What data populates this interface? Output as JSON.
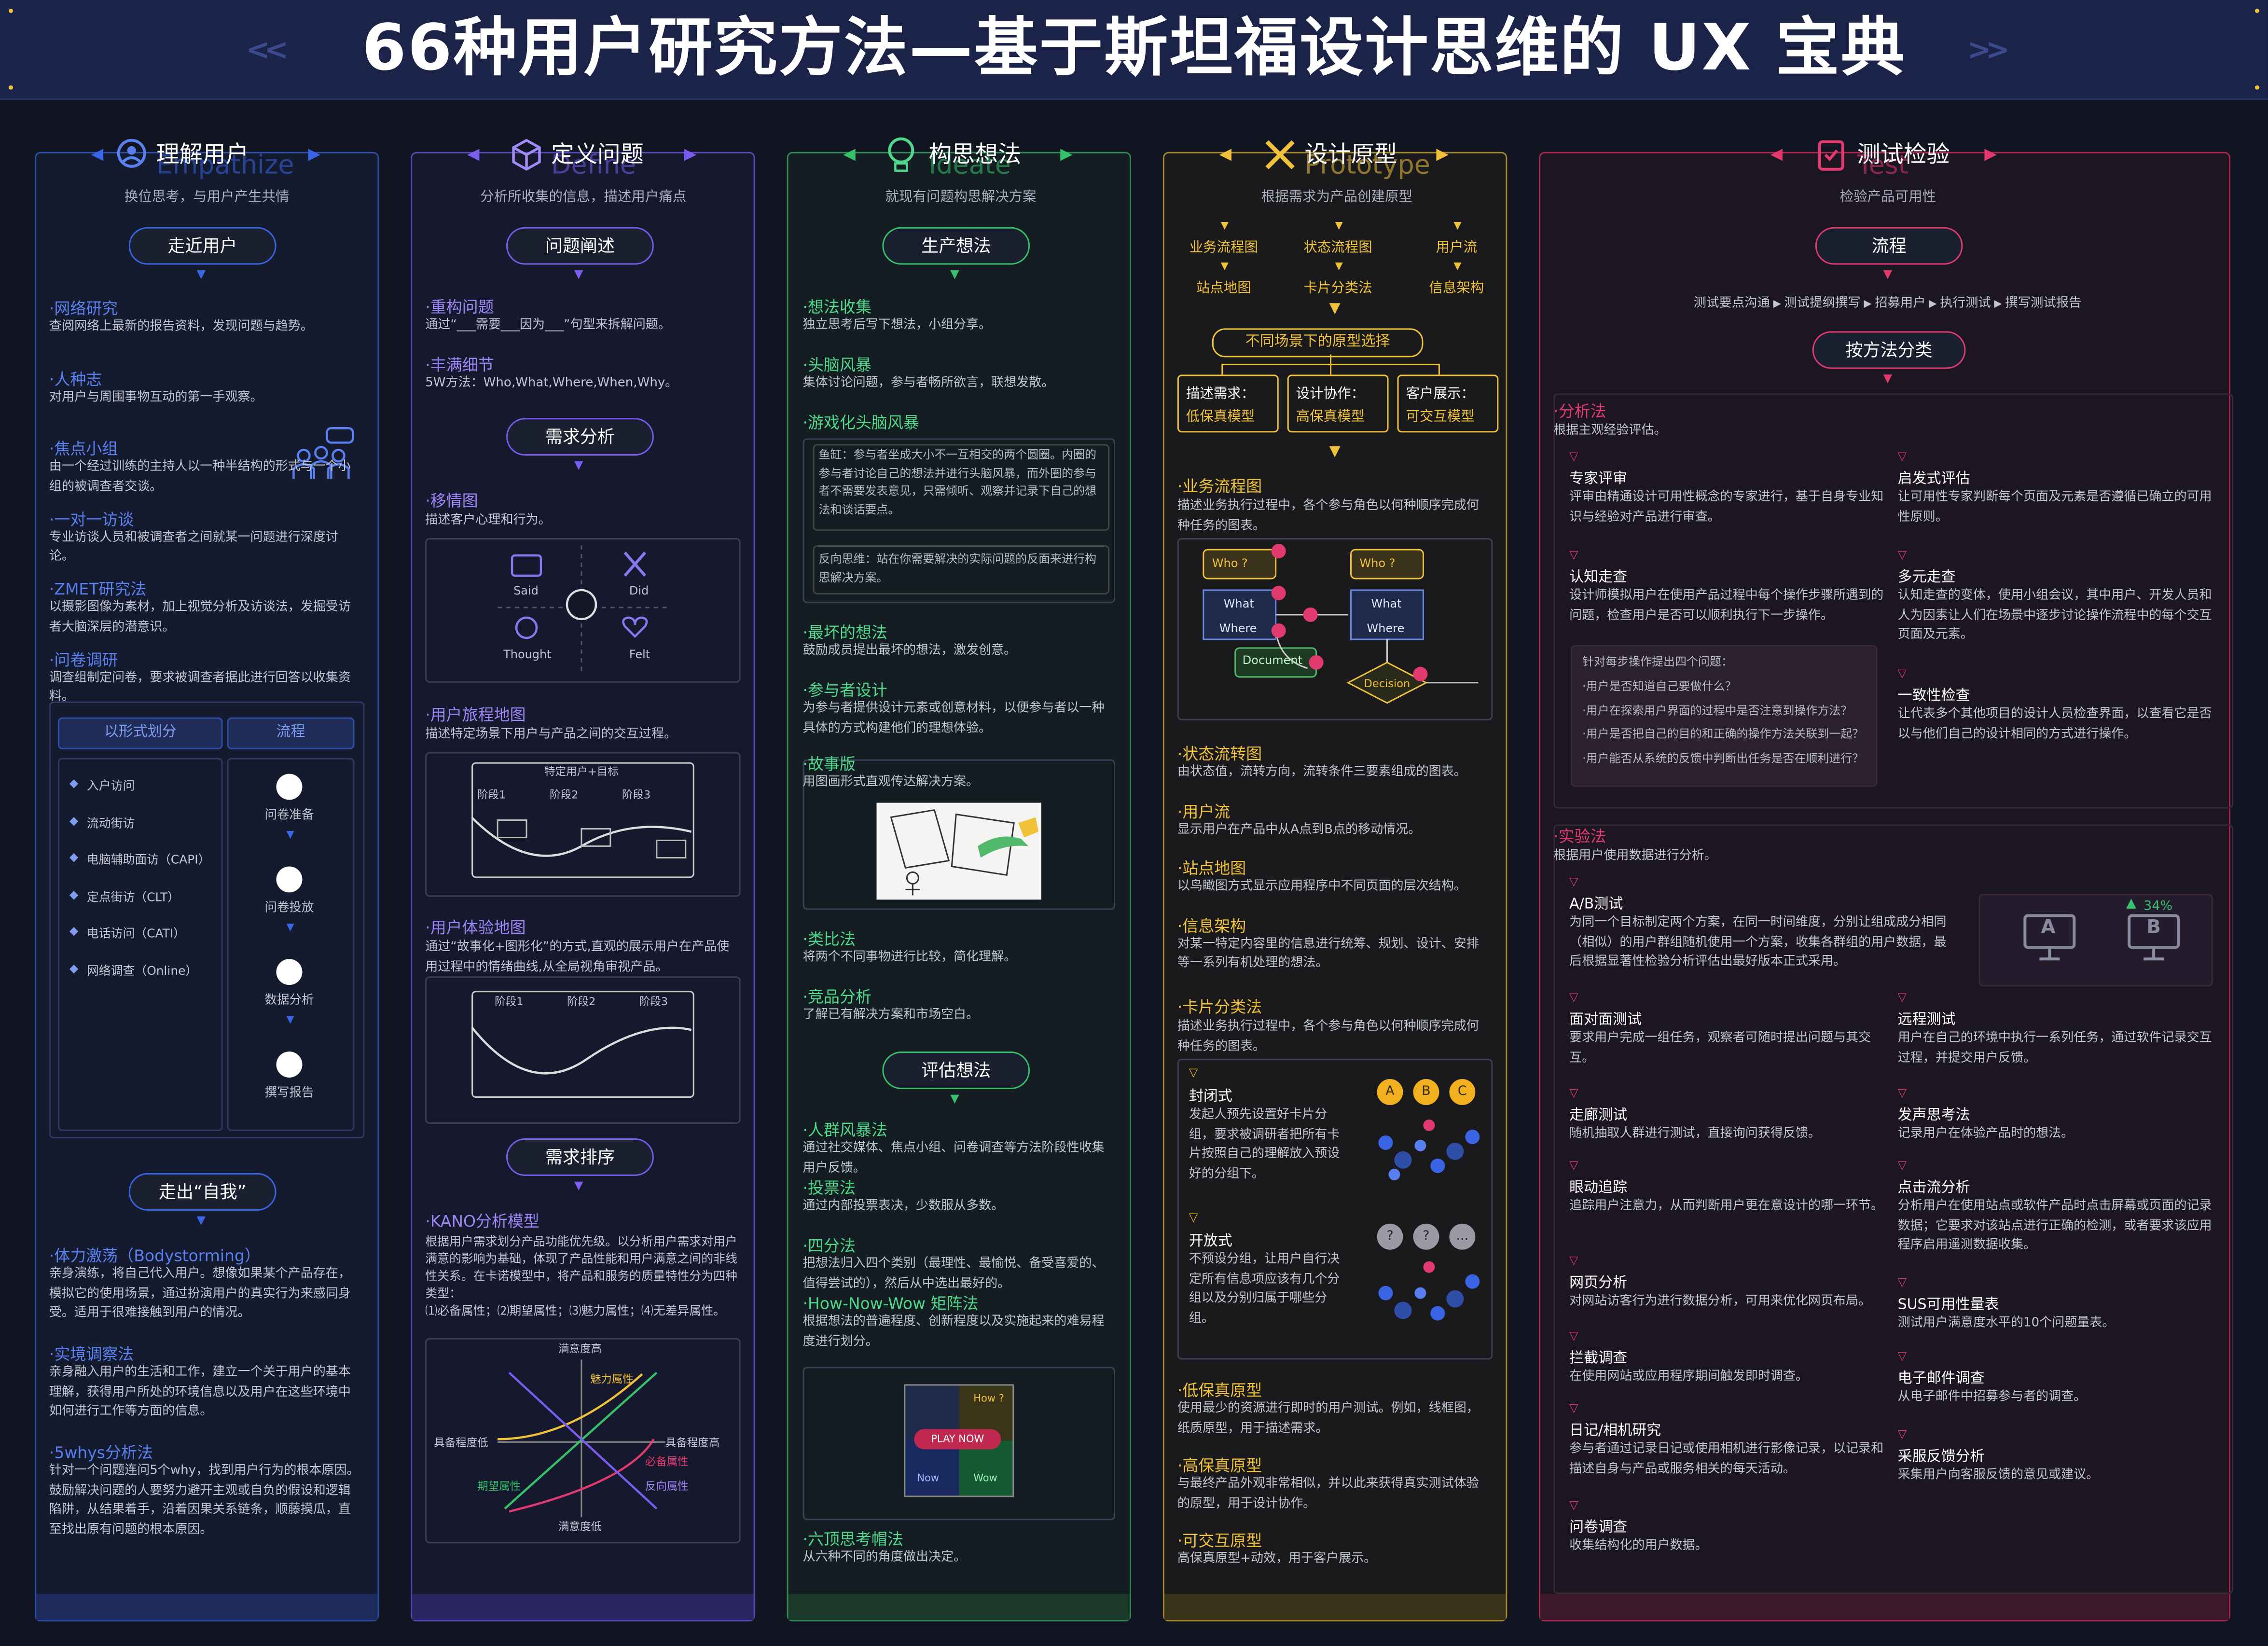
{
  "title": "66种用户研究方法—基于斯坦福设计思维的 UX 宝典",
  "colors": {
    "blue": "#3a64e6",
    "purple": "#7a5cf0",
    "green": "#35c26b",
    "yellow": "#f0c23a",
    "pink": "#e23a6e",
    "bg": "#111522"
  },
  "empathize": {
    "name": "理解用户",
    "en": "Empathize",
    "sub": "换位思考，与用户产生共情",
    "approach": "走近用户",
    "items": [
      {
        "t": "·网络研究",
        "d": "查阅网络上最新的报告资料，发现问题与趋势。"
      },
      {
        "t": "·人种志",
        "d": "对用户与周围事物互动的第一手观察。"
      },
      {
        "t": "·焦点小组",
        "d": "由一个经过训练的主持人以一种半结构的形式与一个小组的被调查者交谈。"
      },
      {
        "t": "·一对一访谈",
        "d": "专业访谈人员和被调查者之间就某一问题进行深度讨论。"
      },
      {
        "t": "·ZMET研究法",
        "d": "以摄影图像为素材，加上视觉分析及访谈法，发掘受访者大脑深层的潜意识。"
      },
      {
        "t": "·问卷调研",
        "d": "调查组制定问卷，要求被调查者据此进行回答以收集资料。"
      }
    ],
    "survey": {
      "h1": "以形式划分",
      "h2": "流程",
      "forms": [
        "入户访问",
        "流动街访",
        "电脑辅助面访（CAPI）",
        "定点街访（CLT）",
        "电话访问（CATI）",
        "网络调查（Online）"
      ],
      "flow": [
        "问卷准备",
        "问卷投放",
        "数据分析",
        "撰写报告"
      ]
    },
    "approach2": "走出“自我”",
    "items2": [
      {
        "t": "·体力激荡（Bodystorming）",
        "d": "亲身演练，将自己代入用户。想像如果某个产品存在，模拟它的使用场景，通过扮演用户的真实行为来感同身受。适用于很难接触到用户的情况。"
      },
      {
        "t": "·实境调察法",
        "d": "亲身融入用户的生活和工作，建立一个关于用户的基本理解，获得用户所处的环境信息以及用户在这些环境中如何进行工作等方面的信息。"
      },
      {
        "t": "·5whys分析法",
        "d": "针对一个问题连问5个why，找到用户行为的根本原因。鼓励解决问题的人要努力避开主观或自负的假设和逻辑陷阱，从结果着手，沿着因果关系链条，顺藤摸瓜，直至找出原有问题的根本原因。"
      }
    ]
  },
  "define": {
    "name": "定义问题",
    "en": "Define",
    "sub": "分析所收集的信息，描述用户痛点",
    "p1": "问题阐述",
    "items1": [
      {
        "t": "·重构问题",
        "d": "通过“___需要___因为___”句型来拆解问题。"
      },
      {
        "t": "·丰满细节",
        "d": "5W方法：Who,What,Where,When,Why。"
      }
    ],
    "p2": "需求分析",
    "empathy": {
      "t": "·移情图",
      "d": "描述客户心理和行为。",
      "said": "Said",
      "did": "Did",
      "thought": "Thought",
      "felt": "Felt"
    },
    "journey": {
      "t": "·用户旅程地图",
      "d": "描述特定场景下用户与产品之间的交互过程。",
      "head": "特定用户+目标",
      "stages": [
        "阶段1",
        "阶段2",
        "阶段3"
      ]
    },
    "experience": {
      "t": "·用户体验地图",
      "d": "通过“故事化+图形化”的方式,直观的展示用户在产品使用过程中的情绪曲线,从全局视角审视产品。",
      "stages": [
        "阶段1",
        "阶段2",
        "阶段3"
      ]
    },
    "p3": "需求排序",
    "kano": {
      "t": "·KANO分析模型",
      "d": "根据用户需求划分产品功能优先级。以分析用户需求对用户满意的影响为基础，体现了产品性能和用户满意之间的非线性关系。在卡诺模型中，将产品和服务的质量特性分为四种类型：\n⑴必备属性；⑵期望属性；⑶魅力属性；⑷无差异属性。",
      "top": "满意度高",
      "bottom": "满意度低",
      "left": "具备程度低",
      "right": "具备程度高",
      "l1": "魅力属性",
      "l2": "必备属性",
      "l3": "期望属性",
      "l4": "反向属性"
    }
  },
  "ideate": {
    "name": "构思想法",
    "en": "Ideate",
    "sub": "就现有问题构思解决方案",
    "p1": "生产想法",
    "items1": [
      {
        "t": "·想法收集",
        "d": "独立思考后写下想法，小组分享。"
      },
      {
        "t": "·头脑风暴",
        "d": "集体讨论问题，参与者畅所欲言，联想发散。"
      },
      {
        "t": "·游戏化头脑风暴",
        "d": ""
      }
    ],
    "game": [
      "鱼缸：参与者坐成大小不一互相交的两个圆圈。内圈的参与者讨论自己的想法并进行头脑风暴，而外圈的参与者不需要发表意见，只需倾听、观察并记录下自己的想法和谈话要点。",
      "反向思维：站在你需要解决的实际问题的反面来进行构思解决方案。"
    ],
    "items2": [
      {
        "t": "·最坏的想法",
        "d": "鼓励成员提出最坏的想法，激发创意。"
      },
      {
        "t": "·参与者设计",
        "d": "为参与者提供设计元素或创意材料，以便参与者以一种具体的方式构建他们的理想体验。"
      },
      {
        "t": "·故事版",
        "d": "用图画形式直观传达解决方案。"
      },
      {
        "t": "·类比法",
        "d": "将两个不同事物进行比较，简化理解。"
      },
      {
        "t": "·竞品分析",
        "d": "了解已有解决方案和市场空白。"
      }
    ],
    "p2": "评估想法",
    "items3": [
      {
        "t": "·人群风暴法",
        "d": "通过社交媒体、焦点小组、问卷调查等方法阶段性收集用户反馈。"
      },
      {
        "t": "·投票法",
        "d": "通过内部投票表决，少数服从多数。"
      },
      {
        "t": "·四分法",
        "d": "把想法归入四个类别（最理性、最愉悦、备受喜爱的、值得尝试的），然后从中选出最好的。"
      },
      {
        "t": "·How-Now-Wow 矩阵法",
        "d": "根据想法的普遍程度、创新程度以及实施起来的难易程度进行划分。"
      }
    ],
    "matrix": {
      "how": "How ?",
      "play": "PLAY NOW",
      "now": "Now",
      "wow": "Wow"
    },
    "items4": [
      {
        "t": "·六顶思考帽法",
        "d": "从六种不同的角度做出决定。"
      }
    ]
  },
  "prototype": {
    "name": "设计原型",
    "en": "Prototype",
    "sub": "根据需求为产品创建原型",
    "row1": [
      "业务流程图",
      "状态流程图",
      "用户流"
    ],
    "row2": [
      "站点地图",
      "卡片分类法",
      "信息架构"
    ],
    "choice": "不同场景下的原型选择",
    "choices": [
      {
        "a": "描述需求：",
        "b": "低保真模型"
      },
      {
        "a": "设计协作：",
        "b": "高保真模型"
      },
      {
        "a": "客户展示：",
        "b": "可交互模型"
      }
    ],
    "flow": {
      "t": "·业务流程图",
      "d": "描述业务执行过程中，各个参与角色以何种顺序完成何种任务的图表。",
      "who": "Who ?",
      "what": "What",
      "where": "Where",
      "doc": "Document",
      "dec": "Decision"
    },
    "items": [
      {
        "t": "·状态流转图",
        "d": "由状态值，流转方向，流转条件三要素组成的图表。"
      },
      {
        "t": "·用户流",
        "d": "显示用户在产品中从A点到B点的移动情况。"
      },
      {
        "t": "·站点地图",
        "d": "以鸟瞰图方式显示应用程序中不同页面的层次结构。"
      },
      {
        "t": "·信息架构",
        "d": "对某一特定内容里的信息进行统筹、规划、设计、安排等一系列有机处理的想法。"
      }
    ],
    "cards": {
      "t": "·卡片分类法",
      "d": "描述业务执行过程中，各个参与角色以何种顺序完成何种任务的图表。",
      "closed": {
        "t": "封闭式",
        "d": "发起人预先设置好卡片分组，要求被调研者把所有卡片按照自己的理解放入预设好的分组下。",
        "labels": [
          "A",
          "B",
          "C"
        ]
      },
      "open": {
        "t": "开放式",
        "d": "不预设分组，让用户自行决定所有信息项应该有几个分组以及分别归属于哪些分组。",
        "labels": [
          "?",
          "?",
          "..."
        ]
      }
    },
    "items2": [
      {
        "t": "·低保真原型",
        "d": "使用最少的资源进行即时的用户测试。例如，线框图，纸质原型，用于描述需求。"
      },
      {
        "t": "·高保真原型",
        "d": "与最终产品外观非常相似，并以此来获得真实测试体验的原型，用于设计协作。"
      },
      {
        "t": "·可交互原型",
        "d": "高保真原型+动效，用于客户展示。"
      }
    ]
  },
  "test": {
    "name": "测试检验",
    "en": "Test",
    "sub": "检验产品可用性",
    "p1": "流程",
    "steps": [
      "测试要点沟通",
      "测试提纲撰写",
      "招募用户",
      "执行测试",
      "撰写测试报告"
    ],
    "p2": "按方法分类",
    "analysis": {
      "t": "·分析法",
      "d": "根据主观经验评估。",
      "left": [
        {
          "t": "专家评审",
          "d": "评审由精通设计可用性概念的专家进行，基于自身专业知识与经验对产品进行审查。"
        },
        {
          "t": "认知走查",
          "d": "设计师模拟用户在使用产品过程中每个操作步骤所遇到的问题，检查用户是否可以顺利执行下一步操作。"
        }
      ],
      "right": [
        {
          "t": "启发式评估",
          "d": "让可用性专家判断每个页面及元素是否遵循已确立的可用性原则。"
        },
        {
          "t": "多元走查",
          "d": "认知走查的变体，使用小组会议，其中用户、开发人员和人为因素让人们在场景中逐步讨论操作流程中的每个交互页面及元素。"
        },
        {
          "t": "一致性检查",
          "d": "让代表多个其他项目的设计人员检查界面，以查看它是否以与他们自己的设计相同的方式进行操作。"
        }
      ],
      "q_head": "针对每步操作提出四个问题：",
      "questions": [
        "·用户是否知道自己要做什么？",
        "·用户在探索用户界面的过程中是否注意到操作方法？",
        "·用户是否把自己的目的和正确的操作方法关联到一起？",
        "·用户能否从系统的反馈中判断出任务是否在顺利进行？"
      ]
    },
    "experiment": {
      "t": "·实验法",
      "d": "根据用户使用数据进行分析。",
      "ab": {
        "t": "A/B测试",
        "d": "为同一个目标制定两个方案，在同一时间维度，分别让组成成分相同（相似）的用户群组随机使用一个方案，收集各群组的用户数据，最后根据显著性检验分析评估出最好版本正式采用。",
        "pct": "34%",
        "a": "A",
        "b": "B"
      },
      "left": [
        {
          "t": "面对面测试",
          "d": "要求用户完成一组任务，观察者可随时提出问题与其交互。"
        },
        {
          "t": "走廊测试",
          "d": "随机抽取人群进行测试，直接询问获得反馈。"
        },
        {
          "t": "眼动追踪",
          "d": "追踪用户注意力，从而判断用户更在意设计的哪一环节。"
        },
        {
          "t": "网页分析",
          "d": "对网站访客行为进行数据分析，可用来优化网页布局。"
        },
        {
          "t": "拦截调查",
          "d": "在使用网站或应用程序期间触发即时调查。"
        },
        {
          "t": "日记/相机研究",
          "d": "参与者通过记录日记或使用相机进行影像记录，以记录和描述自身与产品或服务相关的每天活动。"
        },
        {
          "t": "问卷调查",
          "d": "收集结构化的用户数据。"
        }
      ],
      "right": [
        {
          "t": "远程测试",
          "d": "用户在自己的环境中执行一系列任务，通过软件记录交互过程，并提交用户反馈。"
        },
        {
          "t": "发声思考法",
          "d": "记录用户在体验产品时的想法。"
        },
        {
          "t": "点击流分析",
          "d": "分析用户在使用站点或软件产品时点击屏幕或页面的记录数据；它要求对该站点进行正确的检测，或者要求该应用程序启用遥测数据收集。"
        },
        {
          "t": "SUS可用性量表",
          "d": "测试用户满意度水平的10个问题量表。"
        },
        {
          "t": "电子邮件调查",
          "d": "从电子邮件中招募参与者的调查。"
        },
        {
          "t": "采服反馈分析",
          "d": "采集用户向客服反馈的意见或建议。"
        }
      ]
    }
  }
}
